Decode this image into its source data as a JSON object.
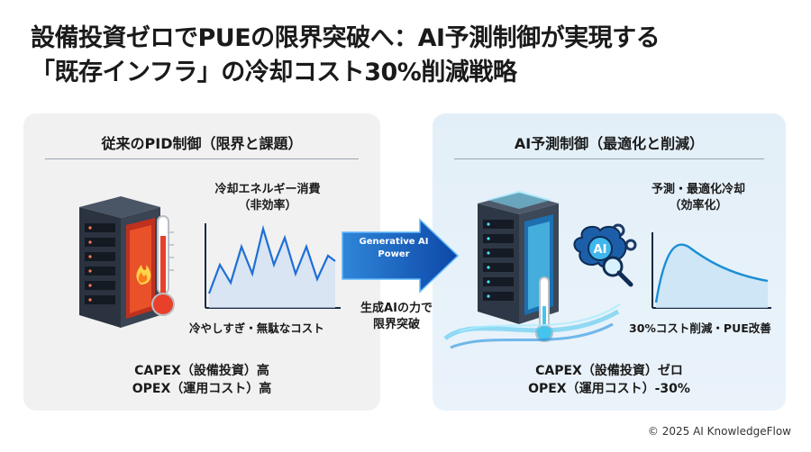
{
  "title": {
    "line1": "設備投資ゼロでPUEの限界突破へ：AI予測制御が実現する",
    "line2": "「既存インフラ」の冷却コスト30%削減戦略"
  },
  "left_panel": {
    "heading": "従来のPID制御（限界と課題）",
    "chart_label_line1": "冷却エネルギー消費",
    "chart_label_line2": "（非効率）",
    "caption": "冷やしすぎ・無駄なコスト",
    "bottom_line1": "CAPEX（設備投資）高",
    "bottom_line2": "OPEX（運用コスト）高"
  },
  "arrow": {
    "label_line1": "Generative AI",
    "label_line2": "Power",
    "caption_line1": "生成AIの力で",
    "caption_line2": "限界突破"
  },
  "right_panel": {
    "heading": "AI予測制御（最適化と削減）",
    "chart_label_line1": "予測・最適化冷却",
    "chart_label_line2": "（効率化）",
    "ai_badge": "AI",
    "caption": "30%コスト削減・PUE改善",
    "bottom_line1": "CAPEX（設備投資）ゼロ",
    "bottom_line2": "OPEX（運用コスト）-30%"
  },
  "colors": {
    "accent_blue": "#1f6fd6",
    "hot_red": "#e8402a",
    "cool_cyan": "#46c4ee"
  },
  "copyright": "© 2025 AI KnowledgeFlow"
}
